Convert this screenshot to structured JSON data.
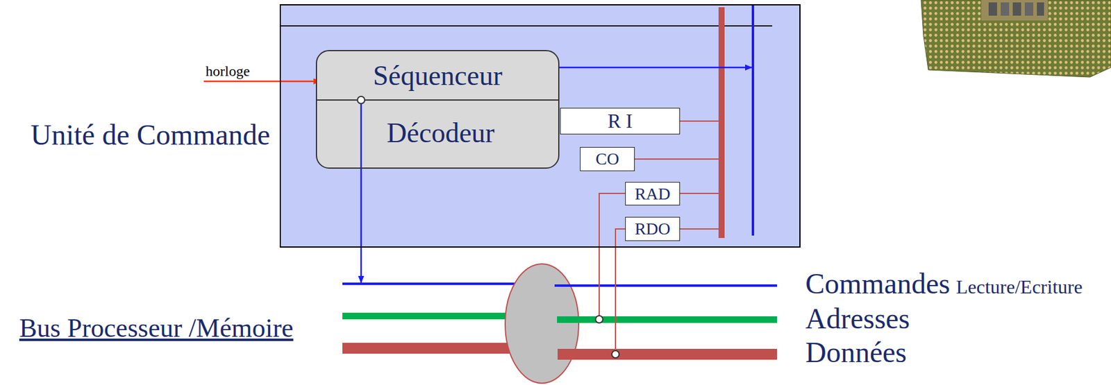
{
  "diagram": {
    "nodes": [
      {
        "text": [
          "Unité de Commande"
        ]
      },
      {
        "text": [
          "Séquenceur",
          "Décodeur"
        ],
        "in": 0
      },
      {
        "text": [
          "R I"
        ],
        "in": 0
      },
      {
        "text": [
          "CO"
        ],
        "in": 0
      },
      {
        "text": [
          "RAD"
        ],
        "in": 0
      },
      {
        "text": [
          "RDO"
        ],
        "in": 0
      }
    ],
    "labels": [
      "horloge",
      "Commandes",
      "Lecture/Ecriture",
      "Adresses",
      "Données",
      "Bus Processeur /Mémoire"
    ]
  }
}
